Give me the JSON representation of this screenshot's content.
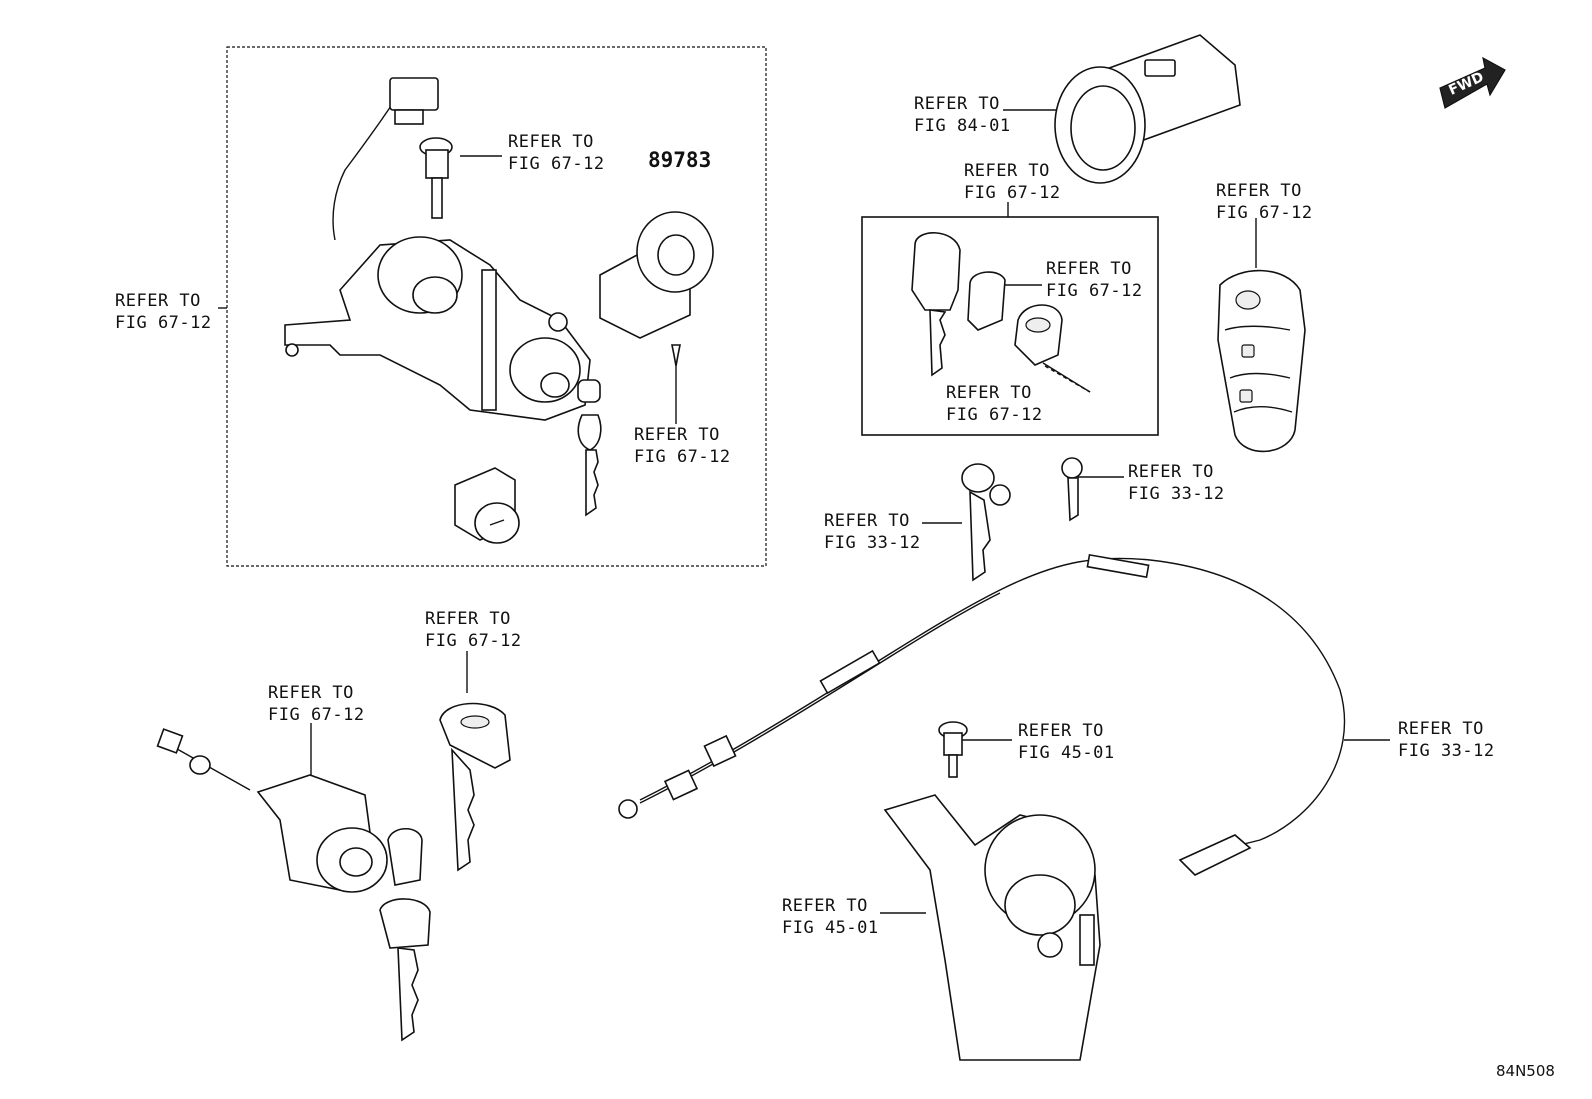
{
  "diagram": {
    "refer_label": "REFER TO",
    "callouts": [
      {
        "id": "c1",
        "fig": "FIG 67-12"
      },
      {
        "id": "c2",
        "fig": "FIG 67-12"
      },
      {
        "id": "c3",
        "fig": "FIG 67-12"
      },
      {
        "id": "c4",
        "fig": "FIG 84-01"
      },
      {
        "id": "c5",
        "fig": "FIG 67-12"
      },
      {
        "id": "c6",
        "fig": "FIG 67-12"
      },
      {
        "id": "c7",
        "fig": "FIG 67-12"
      },
      {
        "id": "c8",
        "fig": "FIG 67-12"
      },
      {
        "id": "c9",
        "fig": "FIG 33-12"
      },
      {
        "id": "c10",
        "fig": "FIG 33-12"
      },
      {
        "id": "c11",
        "fig": "FIG 67-12"
      },
      {
        "id": "c12",
        "fig": "FIG 67-12"
      },
      {
        "id": "c13",
        "fig": "FIG 45-01"
      },
      {
        "id": "c14",
        "fig": "FIG 33-12"
      },
      {
        "id": "c15",
        "fig": "FIG 45-01"
      }
    ],
    "part_number": "89783",
    "orientation_badge": "FWD",
    "drawing_code": "84N508"
  }
}
